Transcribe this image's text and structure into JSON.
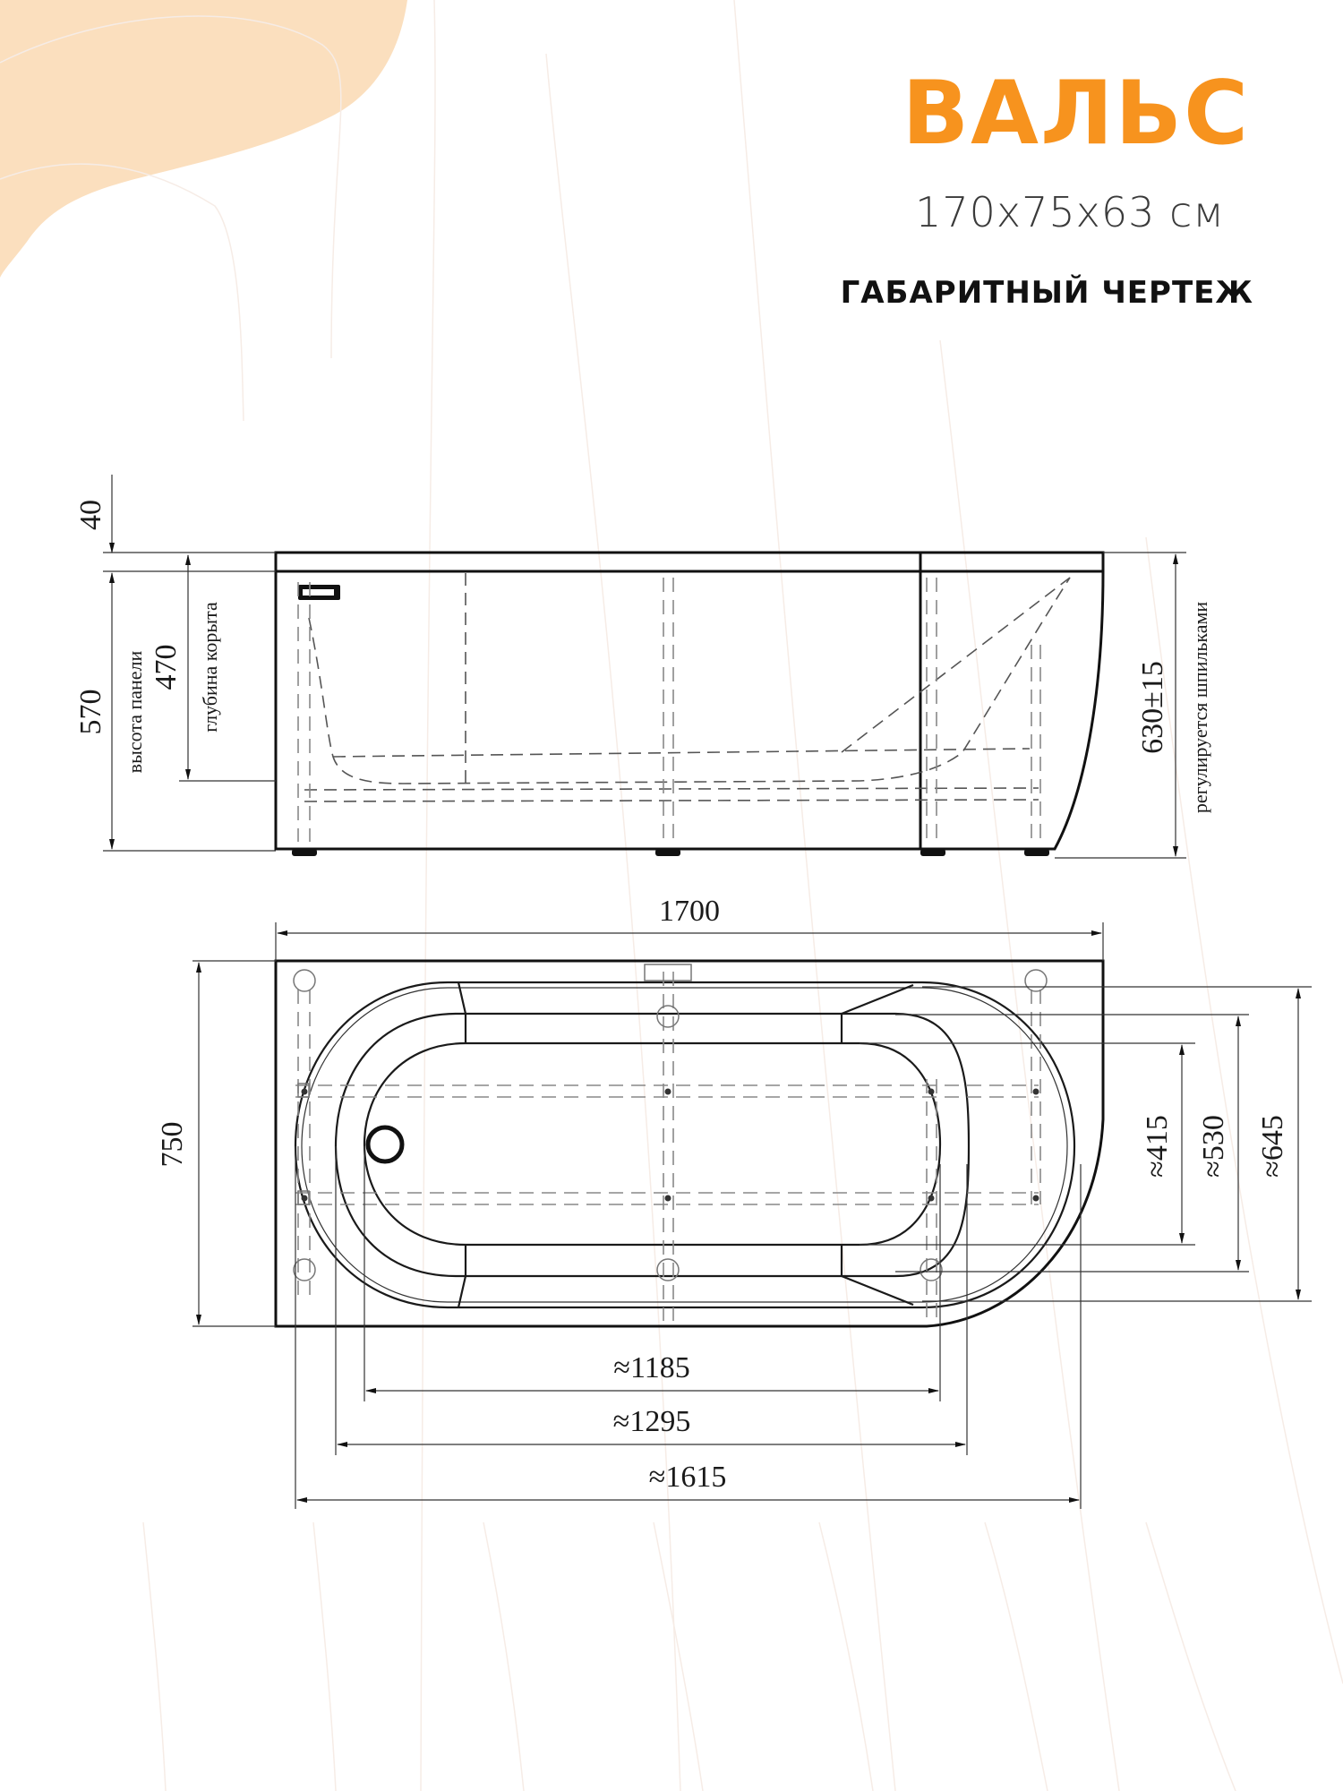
{
  "header": {
    "product_name": "ВАЛЬС",
    "size_label": "170x75x63 см",
    "section_heading": "ГАБАРИТНЫЙ ЧЕРТЕЖ"
  },
  "colors": {
    "accent": "#f7931e",
    "blob": "#fbdfbe",
    "line": "#111111",
    "background": "#ffffff"
  },
  "side_view": {
    "dims": {
      "rim_thickness": "40",
      "panel_height": "570",
      "panel_height_label": "высота панели",
      "tub_depth": "470",
      "tub_depth_label": "глубина корыта",
      "total_height": "630±15",
      "total_height_label": "регулируется шпильками"
    }
  },
  "top_view": {
    "dims": {
      "overall_length": "1700",
      "overall_width": "750",
      "inner_length_1": "≈1185",
      "inner_length_2": "≈1295",
      "inner_length_3": "≈1615",
      "inner_width_1": "≈415",
      "inner_width_2": "≈530",
      "inner_width_3": "≈645"
    }
  }
}
